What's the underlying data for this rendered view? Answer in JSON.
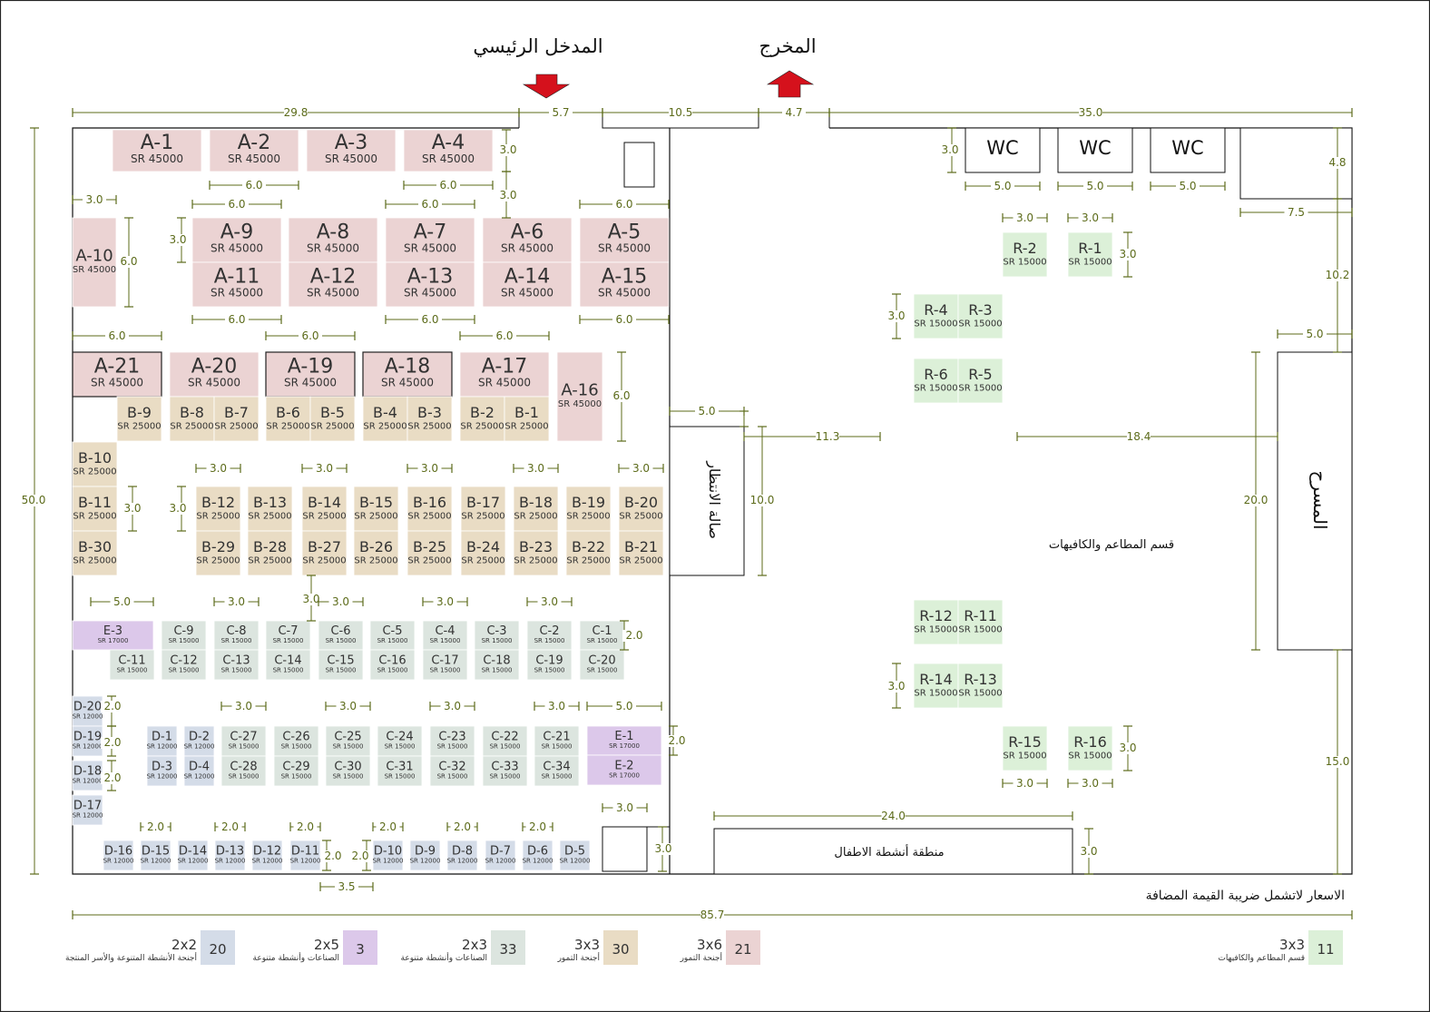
{
  "labels": {
    "entrance": "المدخل الرئيسي",
    "exit": "المخرج",
    "restaurants_zone": "قسم المطاعم والكافيهات",
    "kids_zone": "منطقة أنشطة الاطفال",
    "vat_note": "الاسعار لاتشمل ضريبة القيمة المضافة",
    "stage": "المسرح",
    "reception": "صالة الانتظار",
    "wc": "WC"
  },
  "colors": {
    "A": "#ebd3d3",
    "B": "#e9dcc4",
    "C": "#dce5df",
    "D": "#d4dce8",
    "E": "#dcc8ea",
    "R": "#dcf0d8",
    "line": "#5c6b1a",
    "arrow": "#d5111c"
  },
  "booths": {
    "A": [
      {
        "id": "A-1",
        "price": "SR 45000"
      },
      {
        "id": "A-2",
        "price": "SR 45000"
      },
      {
        "id": "A-3",
        "price": "SR 45000"
      },
      {
        "id": "A-4",
        "price": "SR 45000"
      },
      {
        "id": "A-5",
        "price": "SR 45000"
      },
      {
        "id": "A-6",
        "price": "SR 45000"
      },
      {
        "id": "A-7",
        "price": "SR 45000"
      },
      {
        "id": "A-8",
        "price": "SR 45000"
      },
      {
        "id": "A-9",
        "price": "SR 45000"
      },
      {
        "id": "A-10",
        "price": "SR 45000"
      },
      {
        "id": "A-11",
        "price": "SR 45000"
      },
      {
        "id": "A-12",
        "price": "SR 45000"
      },
      {
        "id": "A-13",
        "price": "SR 45000"
      },
      {
        "id": "A-14",
        "price": "SR 45000"
      },
      {
        "id": "A-15",
        "price": "SR 45000"
      },
      {
        "id": "A-16",
        "price": "SR 45000"
      },
      {
        "id": "A-17",
        "price": "SR 45000"
      },
      {
        "id": "A-18",
        "price": "SR 45000"
      },
      {
        "id": "A-19",
        "price": "SR 45000"
      },
      {
        "id": "A-20",
        "price": "SR 45000"
      },
      {
        "id": "A-21",
        "price": "SR 45000"
      }
    ],
    "B": [
      {
        "id": "B-1",
        "price": "SR 25000"
      },
      {
        "id": "B-2",
        "price": "SR 25000"
      },
      {
        "id": "B-3",
        "price": "SR 25000"
      },
      {
        "id": "B-4",
        "price": "SR 25000"
      },
      {
        "id": "B-5",
        "price": "SR 25000"
      },
      {
        "id": "B-6",
        "price": "SR 25000"
      },
      {
        "id": "B-7",
        "price": "SR 25000"
      },
      {
        "id": "B-8",
        "price": "SR 25000"
      },
      {
        "id": "B-9",
        "price": "SR 25000"
      },
      {
        "id": "B-10",
        "price": "SR 25000"
      },
      {
        "id": "B-11",
        "price": "SR 25000"
      },
      {
        "id": "B-12",
        "price": "SR 25000"
      },
      {
        "id": "B-13",
        "price": "SR 25000"
      },
      {
        "id": "B-14",
        "price": "SR 25000"
      },
      {
        "id": "B-15",
        "price": "SR 25000"
      },
      {
        "id": "B-16",
        "price": "SR 25000"
      },
      {
        "id": "B-17",
        "price": "SR 25000"
      },
      {
        "id": "B-18",
        "price": "SR 25000"
      },
      {
        "id": "B-19",
        "price": "SR 25000"
      },
      {
        "id": "B-20",
        "price": "SR 25000"
      },
      {
        "id": "B-21",
        "price": "SR 25000"
      },
      {
        "id": "B-22",
        "price": "SR 25000"
      },
      {
        "id": "B-23",
        "price": "SR 25000"
      },
      {
        "id": "B-24",
        "price": "SR 25000"
      },
      {
        "id": "B-25",
        "price": "SR 25000"
      },
      {
        "id": "B-26",
        "price": "SR 25000"
      },
      {
        "id": "B-27",
        "price": "SR 25000"
      },
      {
        "id": "B-28",
        "price": "SR 25000"
      },
      {
        "id": "B-29",
        "price": "SR 25000"
      },
      {
        "id": "B-30",
        "price": "SR 25000"
      }
    ],
    "C": [
      {
        "id": "C-1",
        "price": "SR 15000"
      },
      {
        "id": "C-2",
        "price": "SR 15000"
      },
      {
        "id": "C-3",
        "price": "SR 15000"
      },
      {
        "id": "C-4",
        "price": "SR 15000"
      },
      {
        "id": "C-5",
        "price": "SR 15000"
      },
      {
        "id": "C-6",
        "price": "SR 15000"
      },
      {
        "id": "C-7",
        "price": "SR 15000"
      },
      {
        "id": "C-8",
        "price": "SR 15000"
      },
      {
        "id": "C-9",
        "price": "SR 15000"
      },
      {
        "id": "C-11",
        "price": "SR 15000"
      },
      {
        "id": "C-12",
        "price": "SR 15000"
      },
      {
        "id": "C-13",
        "price": "SR 15000"
      },
      {
        "id": "C-14",
        "price": "SR 15000"
      },
      {
        "id": "C-15",
        "price": "SR 15000"
      },
      {
        "id": "C-16",
        "price": "SR 15000"
      },
      {
        "id": "C-17",
        "price": "SR 15000"
      },
      {
        "id": "C-18",
        "price": "SR 15000"
      },
      {
        "id": "C-19",
        "price": "SR 15000"
      },
      {
        "id": "C-20",
        "price": "SR 15000"
      },
      {
        "id": "C-21",
        "price": "SR 15000"
      },
      {
        "id": "C-22",
        "price": "SR 15000"
      },
      {
        "id": "C-23",
        "price": "SR 15000"
      },
      {
        "id": "C-24",
        "price": "SR 15000"
      },
      {
        "id": "C-25",
        "price": "SR 15000"
      },
      {
        "id": "C-26",
        "price": "SR 15000"
      },
      {
        "id": "C-27",
        "price": "SR 15000"
      },
      {
        "id": "C-28",
        "price": "SR 15000"
      },
      {
        "id": "C-29",
        "price": "SR 15000"
      },
      {
        "id": "C-30",
        "price": "SR 15000"
      },
      {
        "id": "C-31",
        "price": "SR 15000"
      },
      {
        "id": "C-32",
        "price": "SR 15000"
      },
      {
        "id": "C-33",
        "price": "SR 15000"
      },
      {
        "id": "C-34",
        "price": "SR 15000"
      }
    ],
    "D": [
      {
        "id": "D-1",
        "price": "SR 12000"
      },
      {
        "id": "D-2",
        "price": "SR 12000"
      },
      {
        "id": "D-3",
        "price": "SR 12000"
      },
      {
        "id": "D-4",
        "price": "SR 12000"
      },
      {
        "id": "D-5",
        "price": "SR 12000"
      },
      {
        "id": "D-6",
        "price": "SR 12000"
      },
      {
        "id": "D-7",
        "price": "SR 12000"
      },
      {
        "id": "D-8",
        "price": "SR 12000"
      },
      {
        "id": "D-9",
        "price": "SR 12000"
      },
      {
        "id": "D-10",
        "price": "SR 12000"
      },
      {
        "id": "D-11",
        "price": "SR 12000"
      },
      {
        "id": "D-12",
        "price": "SR 12000"
      },
      {
        "id": "D-13",
        "price": "SR 12000"
      },
      {
        "id": "D-14",
        "price": "SR 12000"
      },
      {
        "id": "D-15",
        "price": "SR 12000"
      },
      {
        "id": "D-16",
        "price": "SR 12000"
      },
      {
        "id": "D-17",
        "price": "SR 12000"
      },
      {
        "id": "D-18",
        "price": "SR 12000"
      },
      {
        "id": "D-19",
        "price": "SR 12000"
      },
      {
        "id": "D-20",
        "price": "SR 12000"
      }
    ],
    "E": [
      {
        "id": "E-1",
        "price": "SR 17000"
      },
      {
        "id": "E-2",
        "price": "SR 17000"
      },
      {
        "id": "E-3",
        "price": "SR 17000"
      }
    ],
    "R": [
      {
        "id": "R-1",
        "price": "SR 15000"
      },
      {
        "id": "R-2",
        "price": "SR 15000"
      },
      {
        "id": "R-3",
        "price": "SR 15000"
      },
      {
        "id": "R-4",
        "price": "SR 15000"
      },
      {
        "id": "R-5",
        "price": "SR 15000"
      },
      {
        "id": "R-6",
        "price": "SR 15000"
      },
      {
        "id": "R-11",
        "price": "SR 15000"
      },
      {
        "id": "R-12",
        "price": "SR 15000"
      },
      {
        "id": "R-13",
        "price": "SR 15000"
      },
      {
        "id": "R-14",
        "price": "SR 15000"
      },
      {
        "id": "R-15",
        "price": "SR 15000"
      },
      {
        "id": "R-16",
        "price": "SR 15000"
      }
    ]
  },
  "dimensions": [
    "29.8",
    "5.7",
    "10.5",
    "4.7",
    "35.0",
    "50.0",
    "85.7",
    "4.8",
    "7.5",
    "10.2",
    "5.0",
    "20.0",
    "15.0",
    "11.3",
    "18.4",
    "10.0",
    "24.0",
    "3.0",
    "6.0",
    "2.0",
    "3.5"
  ],
  "legend": [
    {
      "count": "11",
      "size": "3x3",
      "desc": "قسم المطاعم والكافيهات",
      "color": "R"
    },
    {
      "count": "21",
      "size": "3x6",
      "desc": "أجنحة التمور",
      "color": "A"
    },
    {
      "count": "30",
      "size": "3x3",
      "desc": "أجنحة التمور",
      "color": "B"
    },
    {
      "count": "33",
      "size": "2x3",
      "desc": "الصناعات وأنشطة متنوعة",
      "color": "C"
    },
    {
      "count": "3",
      "size": "2x5",
      "desc": "الصناعات وأنشطة متنوعة",
      "color": "E"
    },
    {
      "count": "20",
      "size": "2x2",
      "desc": "أجنحة الأنشطة المتنوعة والأسر المنتجة",
      "color": "D"
    }
  ]
}
